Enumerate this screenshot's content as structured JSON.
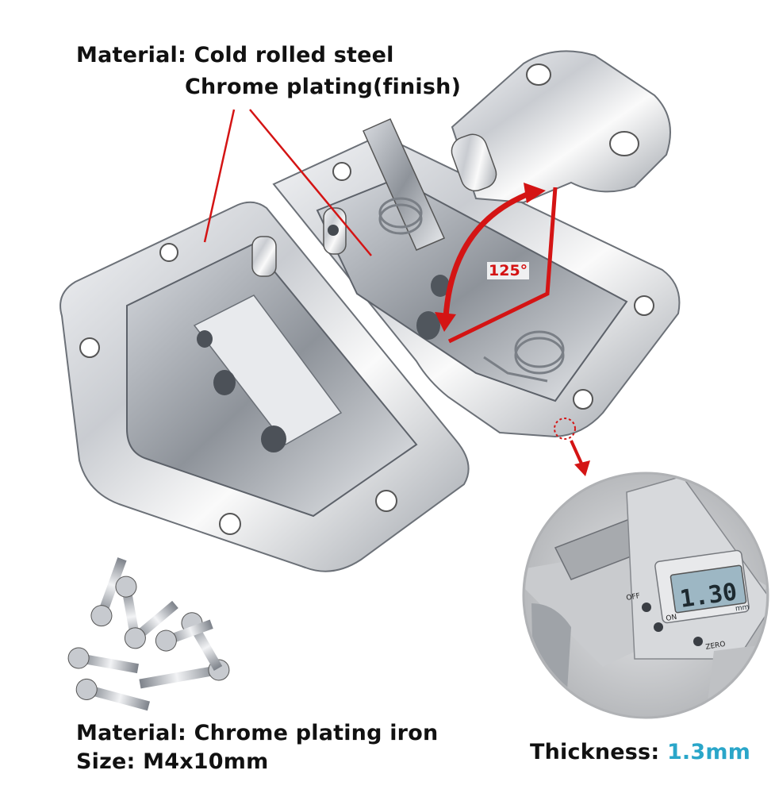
{
  "callouts": {
    "top_material_label": "Material:",
    "top_material_value_line1": "Cold rolled steel",
    "top_material_value_line2": "Chrome plating(finish)",
    "angle": "125°",
    "screw_material_label": "Material:",
    "screw_material_value": "Chrome plating iron",
    "screw_size_label": "Size:",
    "screw_size_value": "M4x10mm",
    "thickness_label": "Thickness:",
    "thickness_value": "1.3mm"
  },
  "caliper": {
    "display_reading": "1.30",
    "display_unit": "mm",
    "buttons": [
      "OFF",
      "ON",
      "ZERO"
    ]
  },
  "colors": {
    "annotation_red": "#d41414",
    "thickness_accent": "#2aa6c9",
    "caliper_screen": "#9db7c4"
  }
}
